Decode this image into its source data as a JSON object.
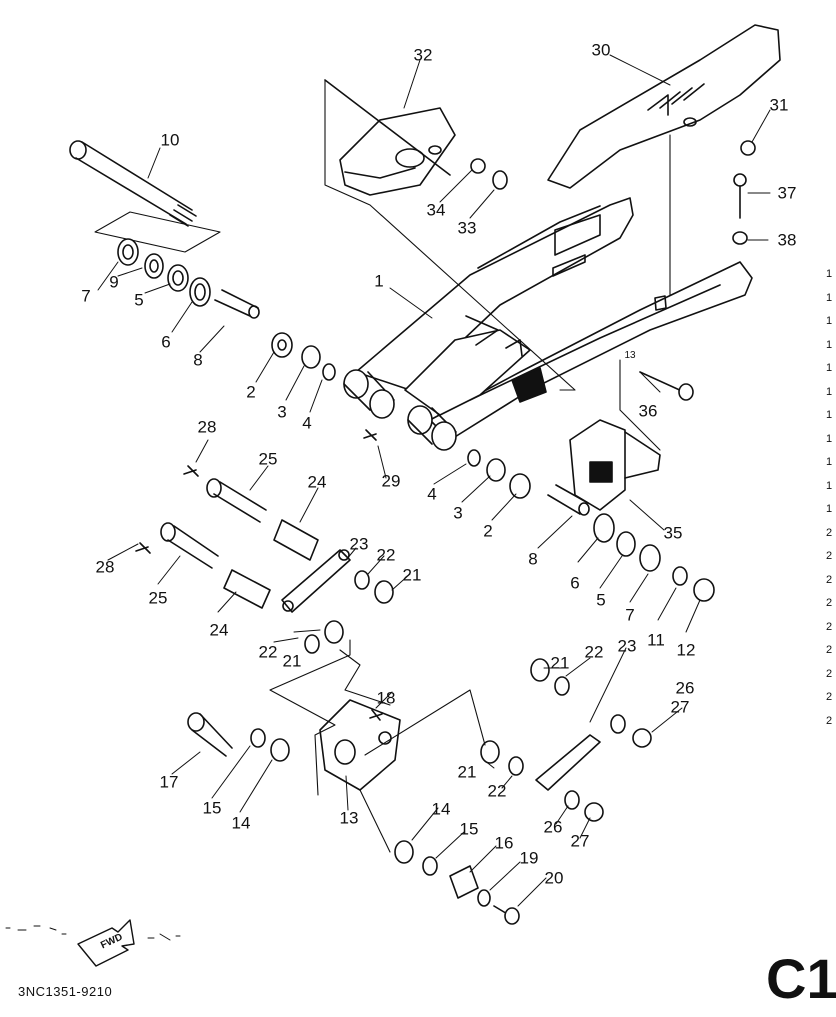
{
  "diagram": {
    "callouts": [
      "1",
      "2",
      "3",
      "4",
      "5",
      "6",
      "7",
      "8",
      "9",
      "10",
      "11",
      "12",
      "13",
      "14",
      "15",
      "16",
      "17",
      "18",
      "19",
      "20",
      "21",
      "22",
      "23",
      "24",
      "25",
      "26",
      "27",
      "28",
      "29",
      "30",
      "31",
      "32",
      "33",
      "34",
      "35",
      "36",
      "37",
      "38"
    ],
    "arrow_badge": "FWD",
    "drawing_code": "3NC1351-9210",
    "page_id": "C1",
    "right_edge_marks": [
      "1",
      "1",
      "1",
      "1",
      "1",
      "1",
      "1",
      "1",
      "1",
      "1",
      "1",
      "2",
      "2",
      "2",
      "2",
      "2",
      "2",
      "2",
      "2",
      "2"
    ]
  }
}
